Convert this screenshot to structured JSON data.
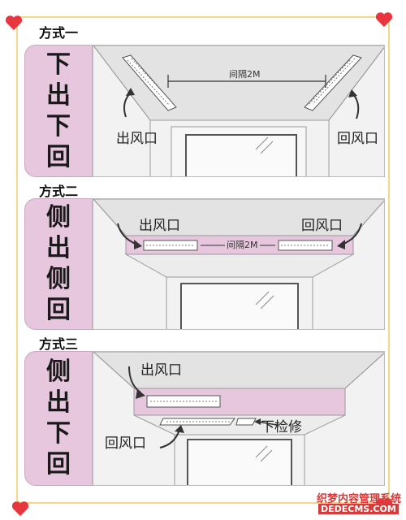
{
  "methods": [
    {
      "title": "方式一",
      "side_chars": [
        "下",
        "出",
        "下",
        "回"
      ],
      "outlet_label": "出风口",
      "return_label": "回风口",
      "distance_label": "间隔2M"
    },
    {
      "title": "方式二",
      "side_chars": [
        "侧",
        "出",
        "侧",
        "回"
      ],
      "outlet_label": "出风口",
      "return_label": "回风口",
      "distance_label": "间隔2M"
    },
    {
      "title": "方式三",
      "side_chars": [
        "侧",
        "出",
        "下",
        "回"
      ],
      "outlet_label": "出风口",
      "return_label": "回风口",
      "access_label": "下检修"
    }
  ],
  "watermark": {
    "line1": "织梦内容管理系统",
    "line2": "DEDECMS.COM"
  },
  "colors": {
    "accent_pink": "#e7c7de",
    "frame_yellow": "#f1d98a",
    "heart_red": "#e8363f"
  }
}
